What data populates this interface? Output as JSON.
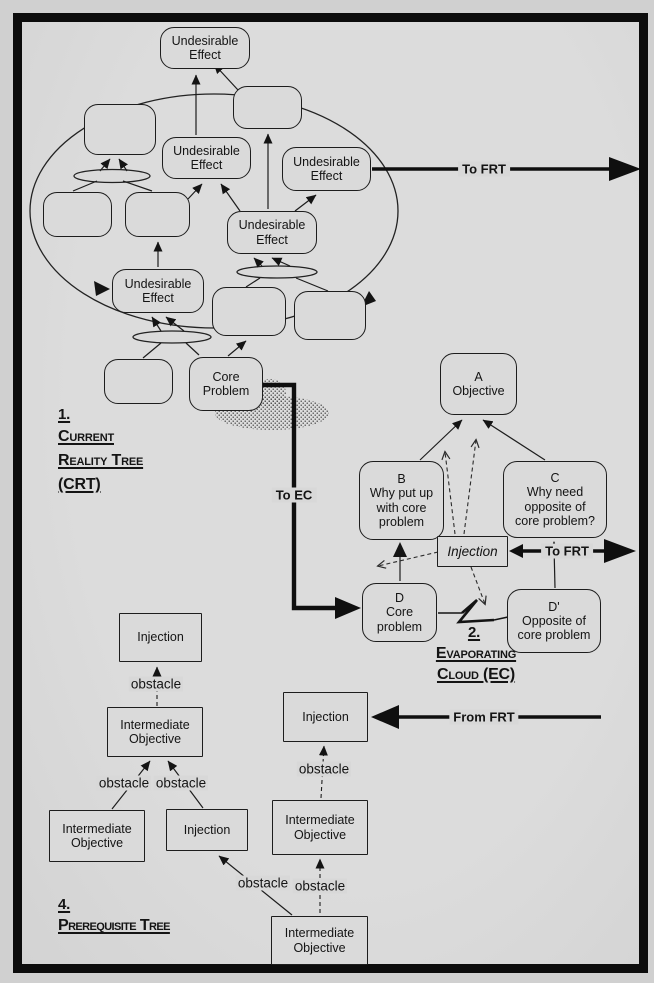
{
  "colors": {
    "background": "#d0d0d0",
    "panel": "#d8d8d8",
    "ink": "#141414",
    "frame": "#0c0c0c"
  },
  "boxes": {
    "undesirable_effect": "Undesirable\nEffect",
    "core_problem": "Core\nProblem",
    "injection": "Injection",
    "intermediate_objective": "Intermediate\nObjective",
    "obstacle": "obstacle",
    "ec_a": "A\nObjective",
    "ec_b": "B\nWhy put up\nwith core\nproblem",
    "ec_c": "C\nWhy need\nopposite of\ncore problem?",
    "ec_d": "D\nCore\nproblem",
    "ec_d_prime": "D'\nOpposite of\ncore problem"
  },
  "flows": {
    "to_frt_crt": "To FRT",
    "to_ec": "To EC",
    "to_frt_ec": "To FRT",
    "from_frt": "From FRT"
  },
  "sections": {
    "crt_no": "1.",
    "crt_line1": "Current",
    "crt_line2": "Reality Tree",
    "crt_line3": "(CRT)",
    "ec_no": "2.",
    "ec_line1": "Evaporating",
    "ec_line2": "Cloud (EC)",
    "prt_no": "4.",
    "prt_title": "Prerequisite Tree"
  }
}
